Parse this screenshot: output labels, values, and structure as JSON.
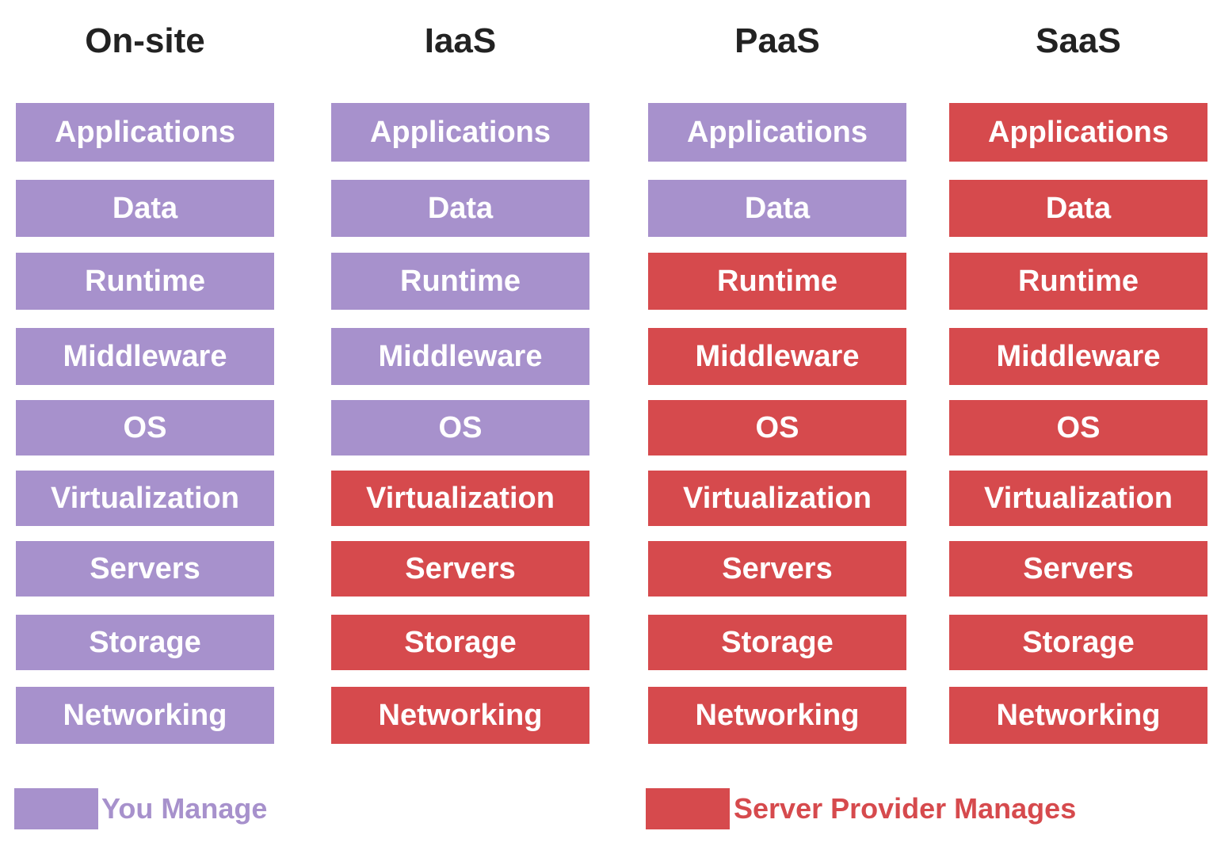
{
  "colors": {
    "you_manage": "#a791cc",
    "provider_manages": "#d64a4d",
    "title": "#222222"
  },
  "columns": [
    {
      "title": "On-site",
      "layers": [
        {
          "label": "Applications",
          "managed_by": "you"
        },
        {
          "label": "Data",
          "managed_by": "you"
        },
        {
          "label": "Runtime",
          "managed_by": "you"
        },
        {
          "label": "Middleware",
          "managed_by": "you"
        },
        {
          "label": "OS",
          "managed_by": "you"
        },
        {
          "label": "Virtualization",
          "managed_by": "you"
        },
        {
          "label": "Servers",
          "managed_by": "you"
        },
        {
          "label": "Storage",
          "managed_by": "you"
        },
        {
          "label": "Networking",
          "managed_by": "you"
        }
      ]
    },
    {
      "title": "IaaS",
      "layers": [
        {
          "label": "Applications",
          "managed_by": "you"
        },
        {
          "label": "Data",
          "managed_by": "you"
        },
        {
          "label": "Runtime",
          "managed_by": "you"
        },
        {
          "label": "Middleware",
          "managed_by": "you"
        },
        {
          "label": "OS",
          "managed_by": "you"
        },
        {
          "label": "Virtualization",
          "managed_by": "provider"
        },
        {
          "label": "Servers",
          "managed_by": "provider"
        },
        {
          "label": "Storage",
          "managed_by": "provider"
        },
        {
          "label": "Networking",
          "managed_by": "provider"
        }
      ]
    },
    {
      "title": "PaaS",
      "layers": [
        {
          "label": "Applications",
          "managed_by": "you"
        },
        {
          "label": "Data",
          "managed_by": "you"
        },
        {
          "label": "Runtime",
          "managed_by": "provider"
        },
        {
          "label": "Middleware",
          "managed_by": "provider"
        },
        {
          "label": "OS",
          "managed_by": "provider"
        },
        {
          "label": "Virtualization",
          "managed_by": "provider"
        },
        {
          "label": "Servers",
          "managed_by": "provider"
        },
        {
          "label": "Storage",
          "managed_by": "provider"
        },
        {
          "label": "Networking",
          "managed_by": "provider"
        }
      ]
    },
    {
      "title": "SaaS",
      "layers": [
        {
          "label": "Applications",
          "managed_by": "provider"
        },
        {
          "label": "Data",
          "managed_by": "provider"
        },
        {
          "label": "Runtime",
          "managed_by": "provider"
        },
        {
          "label": "Middleware",
          "managed_by": "provider"
        },
        {
          "label": "OS",
          "managed_by": "provider"
        },
        {
          "label": "Virtualization",
          "managed_by": "provider"
        },
        {
          "label": "Servers",
          "managed_by": "provider"
        },
        {
          "label": "Storage",
          "managed_by": "provider"
        },
        {
          "label": "Networking",
          "managed_by": "provider"
        }
      ]
    }
  ],
  "legend": {
    "you_manage_label": "You Manage",
    "provider_manages_label": "Server Provider Manages"
  }
}
